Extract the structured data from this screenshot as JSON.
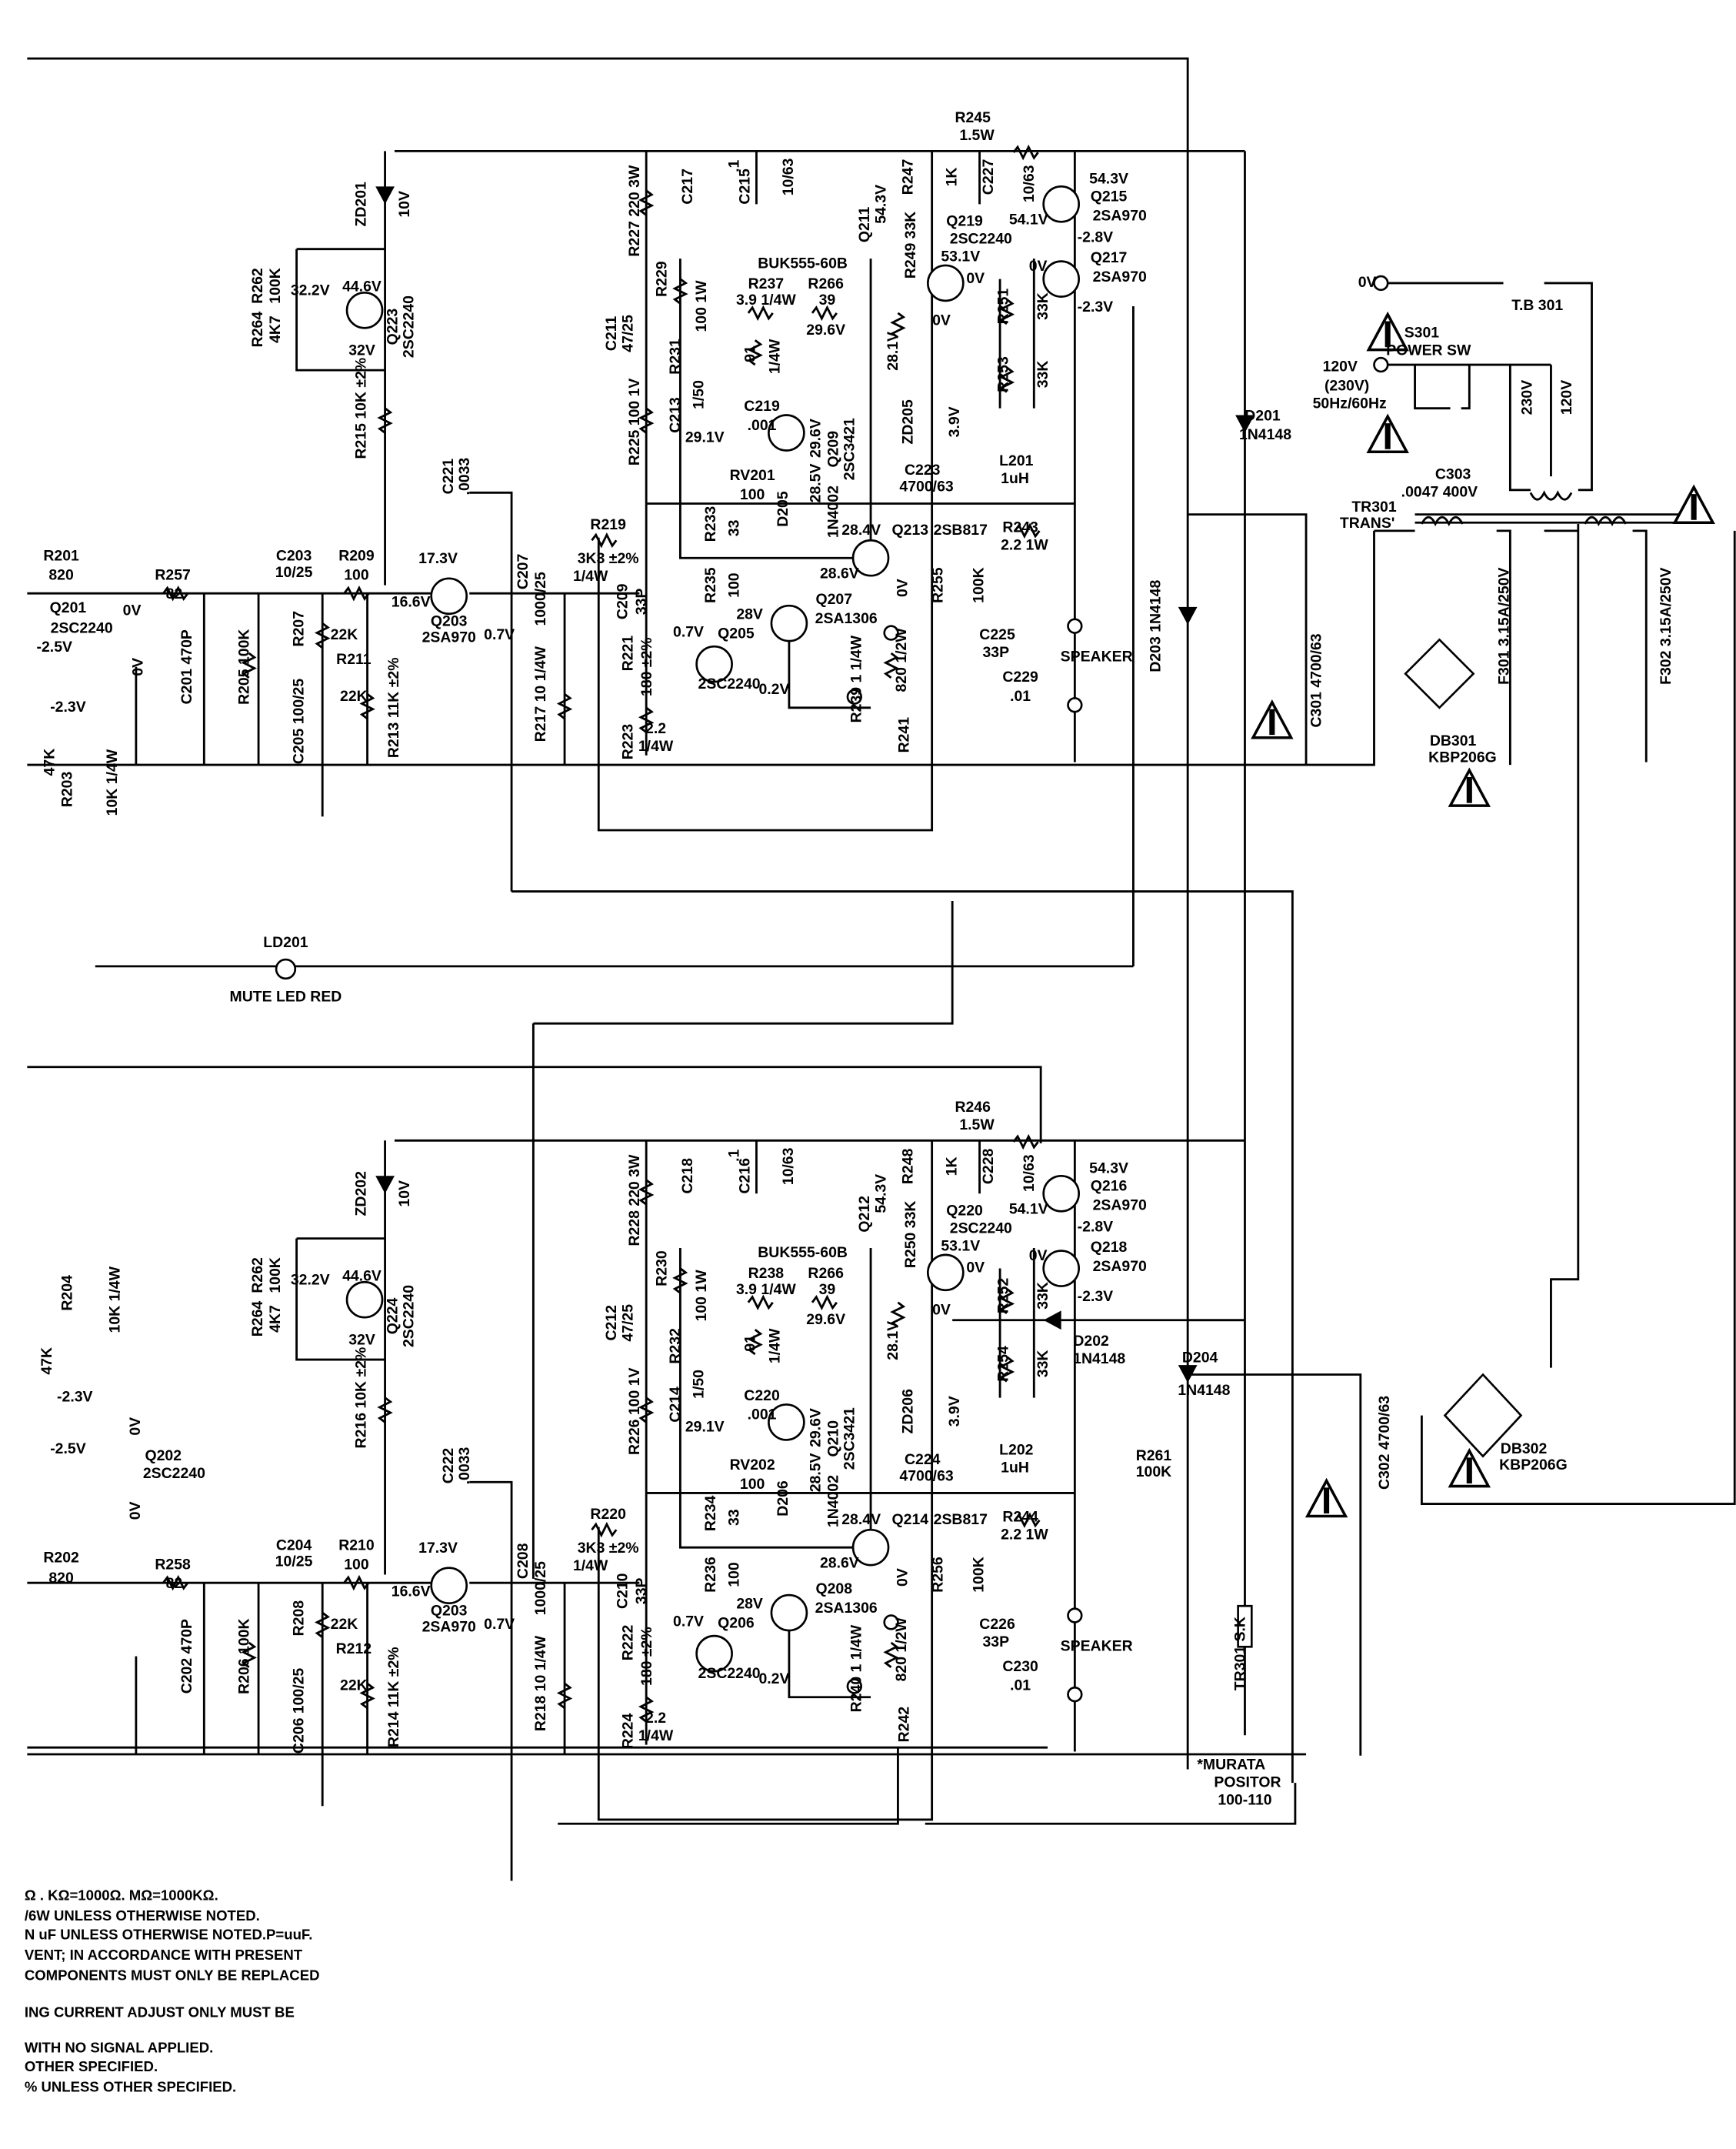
{
  "channels": [
    {
      "labels": [
        "ZD201",
        "10V",
        "R262",
        "100K",
        "R264",
        "4K7",
        "32.2V",
        "44.6V",
        "32V",
        "Q223",
        "2SC2240",
        "R215 10K ±2%",
        "R209",
        "100",
        "C203",
        "10/25",
        "R257",
        "82",
        "C221",
        ".0033",
        "17.3V",
        "16.6V",
        "Q203",
        "2SA970",
        "0.7V",
        "C207",
        "1000/25",
        "R219",
        "3K3 ±2%",
        "1/4W",
        "C209",
        "33P",
        "R227 220 3W",
        "R229",
        "100 1W",
        "C211",
        "47/25",
        "R225 100 1V",
        "R231",
        "C213",
        "1/50",
        "R237",
        "3.9 1/4W",
        "R266",
        "39",
        "91",
        "1/4W",
        "C219",
        ".001",
        "29.1V",
        "RV201",
        "100",
        "Q209",
        "2SC3421",
        "29.6V",
        "28.5V",
        "Q211",
        "BUK555-60B",
        "54.3V",
        "29.6V",
        "28.1V",
        "ZD205",
        "3.9V",
        "C217",
        "C215",
        ".1",
        "10/63",
        "R245",
        "1.5W",
        "R247",
        "1K",
        "C227",
        "10/63",
        "R249 33K",
        "Q219",
        "2SC2240",
        "54.1V",
        "53.1V",
        "0V",
        "0V",
        "54.3V",
        "Q215",
        "2SA970",
        "-2.8V",
        "0V",
        "Q217",
        "2SA970",
        "-2.3V",
        "R251",
        "33K",
        "R253",
        "33K",
        "C223",
        "4700/63",
        "L201",
        "1uH",
        "R243",
        "2.2 1W",
        "R233",
        "33",
        "D205",
        "1N4002",
        "28.4V",
        "Q213",
        "2SB817",
        "0V",
        "28.6V",
        "Q207",
        "2SA1306",
        "28V",
        "R235",
        "100",
        "0.7V",
        "Q205",
        "2SC2240",
        "0.2V",
        "R221",
        "180 ±2%",
        "R223",
        "2.2",
        "1/4W",
        "R217 10 1/4W",
        "R205 100K",
        "C201 470P",
        "R207",
        "22K",
        "R211",
        "22K",
        "C205 100/25",
        "R213 11K ±2%",
        "R255",
        "100K",
        "C225",
        "33P",
        "R239 1 1/4W",
        "820 1/2W",
        "R241",
        "C229",
        ".01",
        "SPEAKER"
      ]
    },
    {
      "labels": [
        "ZD202",
        "10V",
        "R262",
        "100K",
        "R264",
        "4K7",
        "32.2V",
        "44.6V",
        "32V",
        "Q224",
        "2SC2240",
        "R216 10K ±2%",
        "R210",
        "100",
        "C204",
        "10/25",
        "R258",
        "82",
        "C222",
        ".0033",
        "17.3V",
        "16.6V",
        "Q203",
        "2SA970",
        "0.7V",
        "C208",
        "1000/25",
        "R220",
        "3K3 ±2%",
        "1/4W",
        "C210",
        "33P",
        "R228 220 3W",
        "R230",
        "100 1W",
        "C212",
        "47/25",
        "R226 100 1V",
        "R232",
        "C214",
        "1/50",
        "R238",
        "3.9 1/4W",
        "R266",
        "39",
        "91",
        "1/4W",
        "C220",
        ".001",
        "29.1V",
        "RV202",
        "100",
        "Q210",
        "2SC3421",
        "29.6V",
        "28.5V",
        "Q212",
        "BUK555-60B",
        "54.3V",
        "29.6V",
        "28.1V",
        "ZD206",
        "3.9V",
        "C218",
        "C216",
        ".1",
        "10/63",
        "R246",
        "1.5W",
        "R248",
        "1K",
        "C228",
        "10/63",
        "R250 33K",
        "Q220",
        "2SC2240",
        "54.1V",
        "53.1V",
        "0V",
        "0V",
        "54.3V",
        "Q216",
        "2SA970",
        "-2.8V",
        "0V",
        "Q218",
        "2SA970",
        "-2.3V",
        "R252",
        "33K",
        "R254",
        "33K",
        "C224",
        "4700/63",
        "L202",
        "1uH",
        "R244",
        "2.2 1W",
        "R234",
        "33",
        "D206",
        "1N4002",
        "28.4V",
        "Q214",
        "2SB817",
        "0V",
        "28.6V",
        "Q208",
        "2SA1306",
        "28V",
        "R236",
        "100",
        "0.7V",
        "Q206",
        "2SC2240",
        "0.2V",
        "R222",
        "180 ±2%",
        "R224",
        "2.2",
        "1/4W",
        "R218 10 1/4W",
        "R206 100K",
        "C202 470P",
        "R208",
        "22K",
        "R212",
        "22K",
        "C206 100/25",
        "R214 11K ±2%",
        "R256",
        "100K",
        "C226",
        "33P",
        "R240 1 1/4W",
        "820 1/2W",
        "R242",
        "C230",
        ".01",
        "SPEAKER"
      ]
    }
  ],
  "left_top": [
    "R201",
    "820",
    "Q201",
    "2SC2240",
    "-2.5V",
    "0V",
    "0V",
    "-2.3V",
    "47K",
    "R203",
    "10K 1/4W"
  ],
  "left_bottom": [
    "R204",
    "10K 1/4W",
    "47K",
    "-2.3V",
    "-2.5V",
    "Q202",
    "2SC2240",
    "0V",
    "0V",
    "R202",
    "820"
  ],
  "shared": [
    "0V",
    "T.B 301",
    "S301",
    "POWER SW",
    "120V",
    "(230V)",
    "50Hz/60Hz",
    "C303",
    ".0047 400V",
    "230V",
    "120V",
    "TR301",
    "TRANS'",
    "D201",
    "1N4148",
    "D203 1N4148",
    "C301 4700/63",
    "F301 3.15A/250V",
    "F302 3.15A/250V",
    "DB301",
    "KBP206G",
    "LD201",
    "MUTE LED RED",
    "D202",
    "1N4148",
    "D204",
    "1N4148",
    "R261",
    "100K",
    "C302 4700/63",
    "DB302",
    "KBP206G",
    "TR301 S.K",
    "*MURATA",
    "POSITOR",
    "100-110"
  ],
  "notes": [
    "Ω . KΩ=1000Ω. MΩ=1000KΩ.",
    "/6W UNLESS OTHERWISE NOTED.",
    "N uF UNLESS OTHERWISE NOTED.P=uuF.",
    "VENT; IN ACCORDANCE WITH PRESENT",
    "COMPONENTS MUST ONLY BE REPLACED",
    "ING CURRENT ADJUST ONLY MUST BE",
    "WITH NO SIGNAL APPLIED.",
    "OTHER SPECIFIED.",
    "% UNLESS OTHER SPECIFIED."
  ]
}
